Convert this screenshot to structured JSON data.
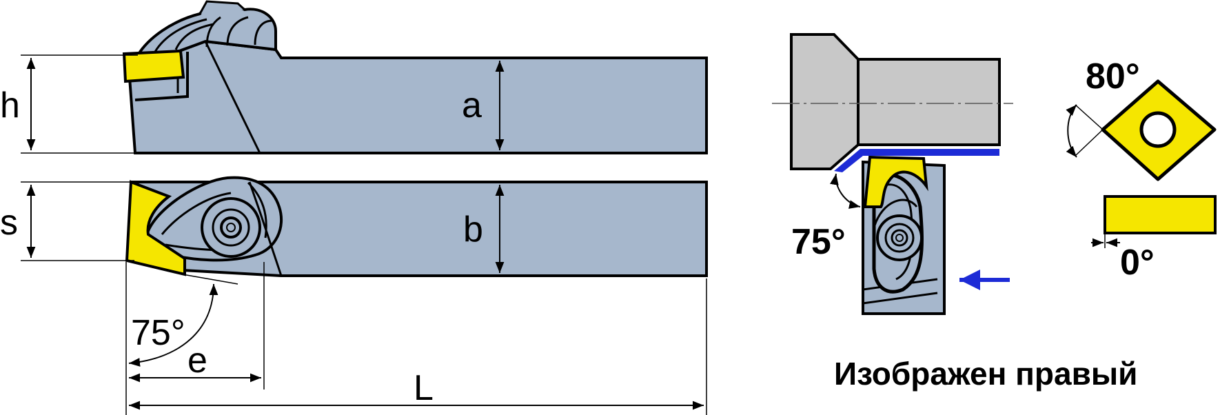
{
  "colors": {
    "body": "#a6b7cc",
    "insert": "#f5e600",
    "outline": "#000000",
    "gray_part": "#c8c8c8",
    "blue_accent": "#1d2bd6"
  },
  "labels": {
    "h": "h",
    "a": "a",
    "s": "s",
    "b": "b",
    "angle_main": "75°",
    "e": "e",
    "L": "L",
    "angle_side": "75°",
    "insert_angle": "80°",
    "clearance_angle": "0°"
  },
  "caption": "Изображен правый"
}
